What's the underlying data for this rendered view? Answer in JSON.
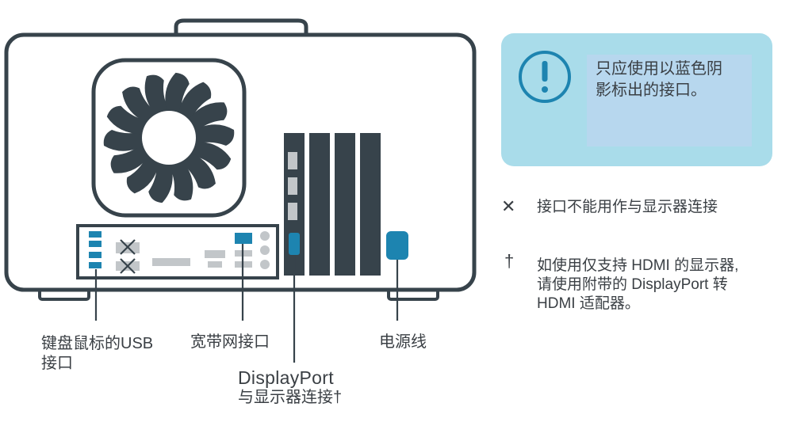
{
  "labels": {
    "usb_line1": "键盘鼠标的USB",
    "usb_line2": "接口",
    "ethernet": "宽带网接口",
    "displayport_line1": "DisplayPort",
    "displayport_line2": "与显示器连接†",
    "power": "电源线"
  },
  "notice": {
    "icon": "exclamation-circle-icon",
    "line1": "只应使用以蓝色阴",
    "line2": "影标出的接口。"
  },
  "legend": {
    "cross_symbol": "✕",
    "cross_text": "接口不能用作与显示器连接",
    "dagger_symbol": "†",
    "dagger_line1": "如使用仅支持 HDMI 的显示器,",
    "dagger_line2": "请使用附带的 DisplayPort 转",
    "dagger_line3": "HDMI 适配器。"
  },
  "colors": {
    "outline": "#37434b",
    "port_blue": "#1d84b0",
    "port_gray": "#c2c6c9",
    "notice_bg": "#a9dcea",
    "notice_inner": "#b7d7ee"
  }
}
